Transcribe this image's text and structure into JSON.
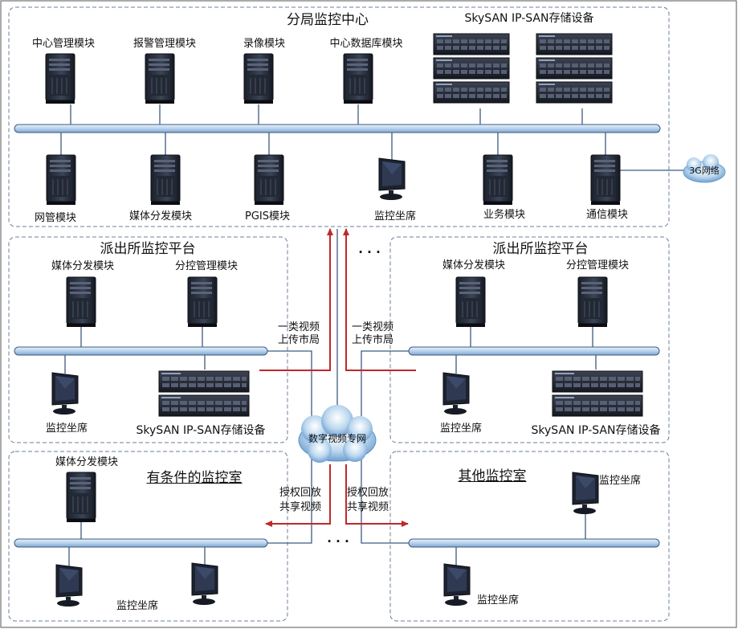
{
  "bureau": {
    "title": "分局监控中心",
    "storage_label": "SkySAN IP-SAN存储设备",
    "top_servers": [
      "中心管理模块",
      "报警管理模块",
      "录像模块",
      "中心数据库模块"
    ],
    "bottom_nodes": [
      "网管模块",
      "媒体分发模块",
      "PGIS模块",
      "监控坐席",
      "业务模块",
      "通信模块"
    ],
    "network_3g": "3G网络"
  },
  "station_left": {
    "title": "派出所监控平台",
    "servers": [
      "媒体分发模块",
      "分控管理模块"
    ],
    "seat": "监控坐席",
    "storage_label": "SkySAN IP-SAN存储设备"
  },
  "station_right": {
    "title": "派出所监控平台",
    "servers": [
      "媒体分发模块",
      "分控管理模块"
    ],
    "seat": "监控坐席",
    "storage_label": "SkySAN IP-SAN存储设备"
  },
  "room_left": {
    "title": "有条件的监控室",
    "server": "媒体分发模块",
    "seat": "监控坐席"
  },
  "room_right": {
    "title": "其他监控室",
    "seat_top": "监控坐席",
    "seat_bottom": "监控坐席"
  },
  "network": {
    "label": "数字视频专网"
  },
  "flows": {
    "upload_left": [
      "一类视频",
      "上传市局"
    ],
    "upload_right": [
      "一类视频",
      "上传市局"
    ],
    "share_left": [
      "授权回放",
      "共享视频"
    ],
    "share_right": [
      "授权回放",
      "共享视频"
    ]
  },
  "ellipsis_mid": "· · ·",
  "ellipsis_bottom": "· · ·",
  "colors": {
    "bus": "#c9ddf0",
    "bus_stroke": "#3d5a80",
    "arrow": "#c0282a",
    "border": "#6b7f99"
  }
}
